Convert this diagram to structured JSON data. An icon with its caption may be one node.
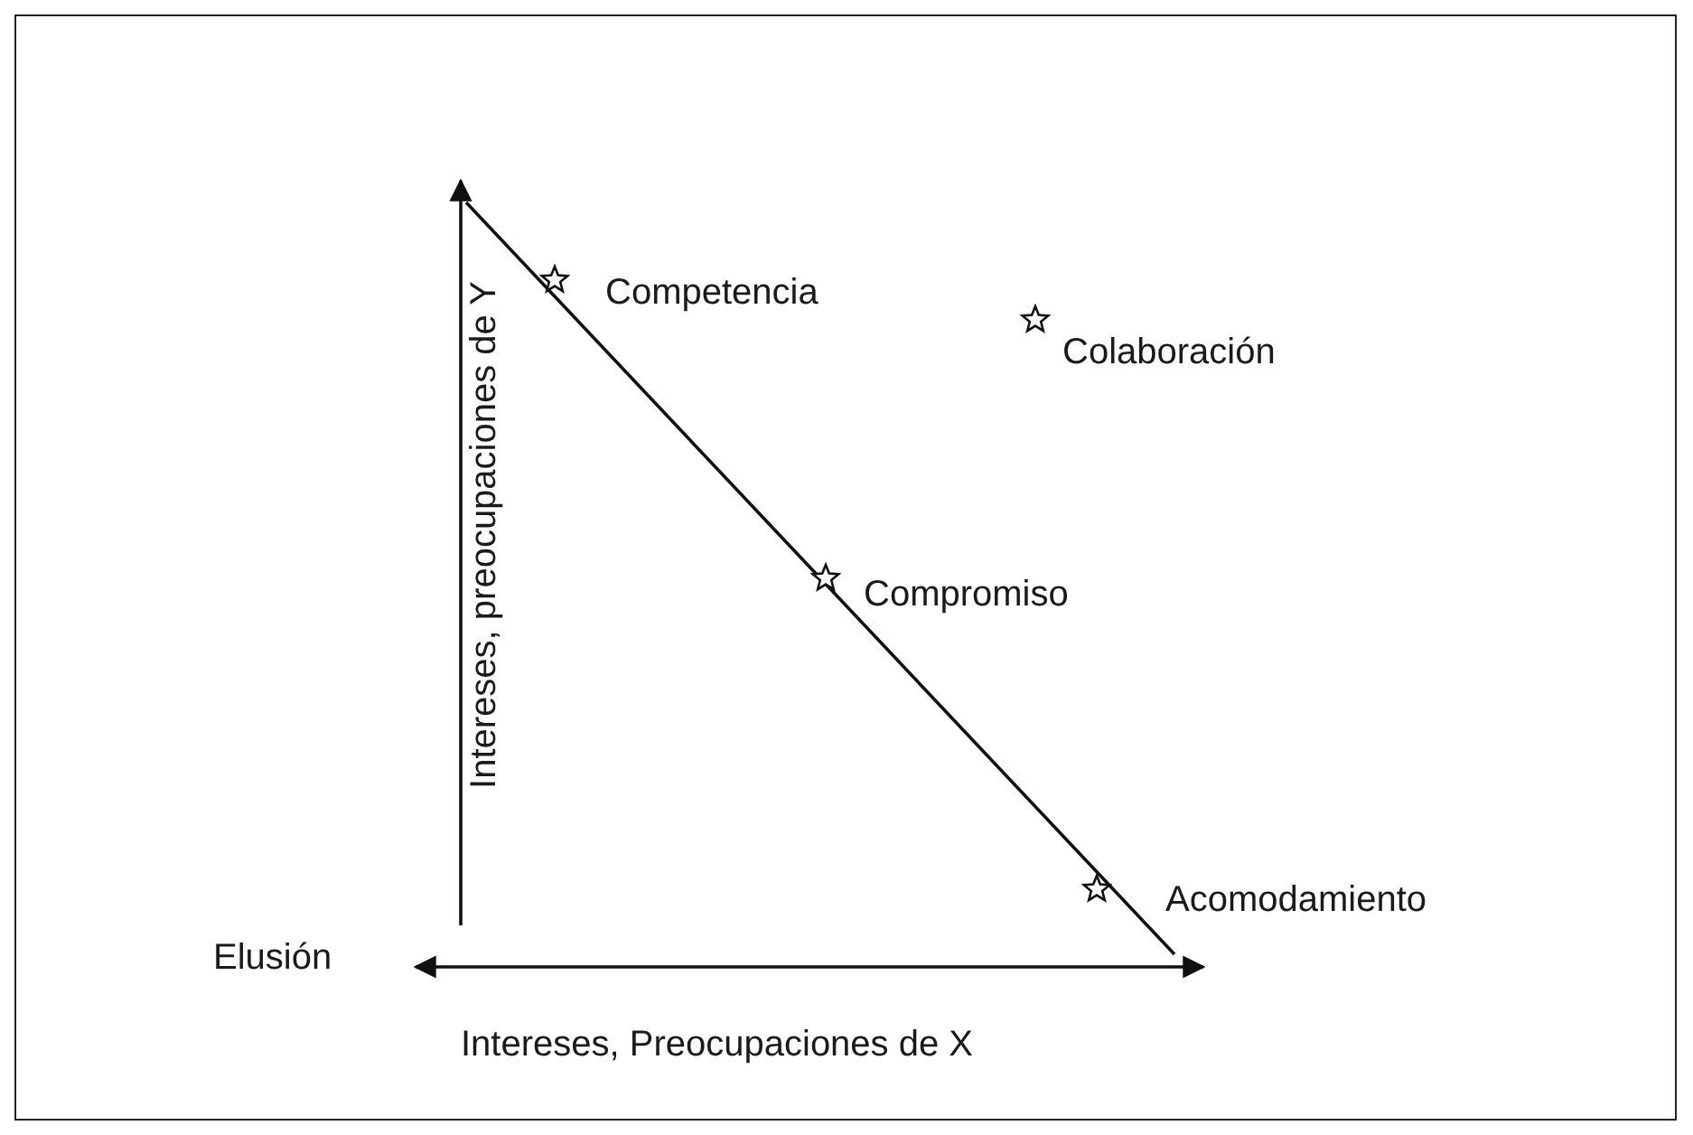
{
  "diagram": {
    "labels": [
      "Intereses, preocupaciones de Y",
      "Competencia",
      "Colaboración",
      "Compromiso",
      "Acomodamiento",
      "Elusión",
      "Intereses, Preocupaciones de X"
    ]
  }
}
